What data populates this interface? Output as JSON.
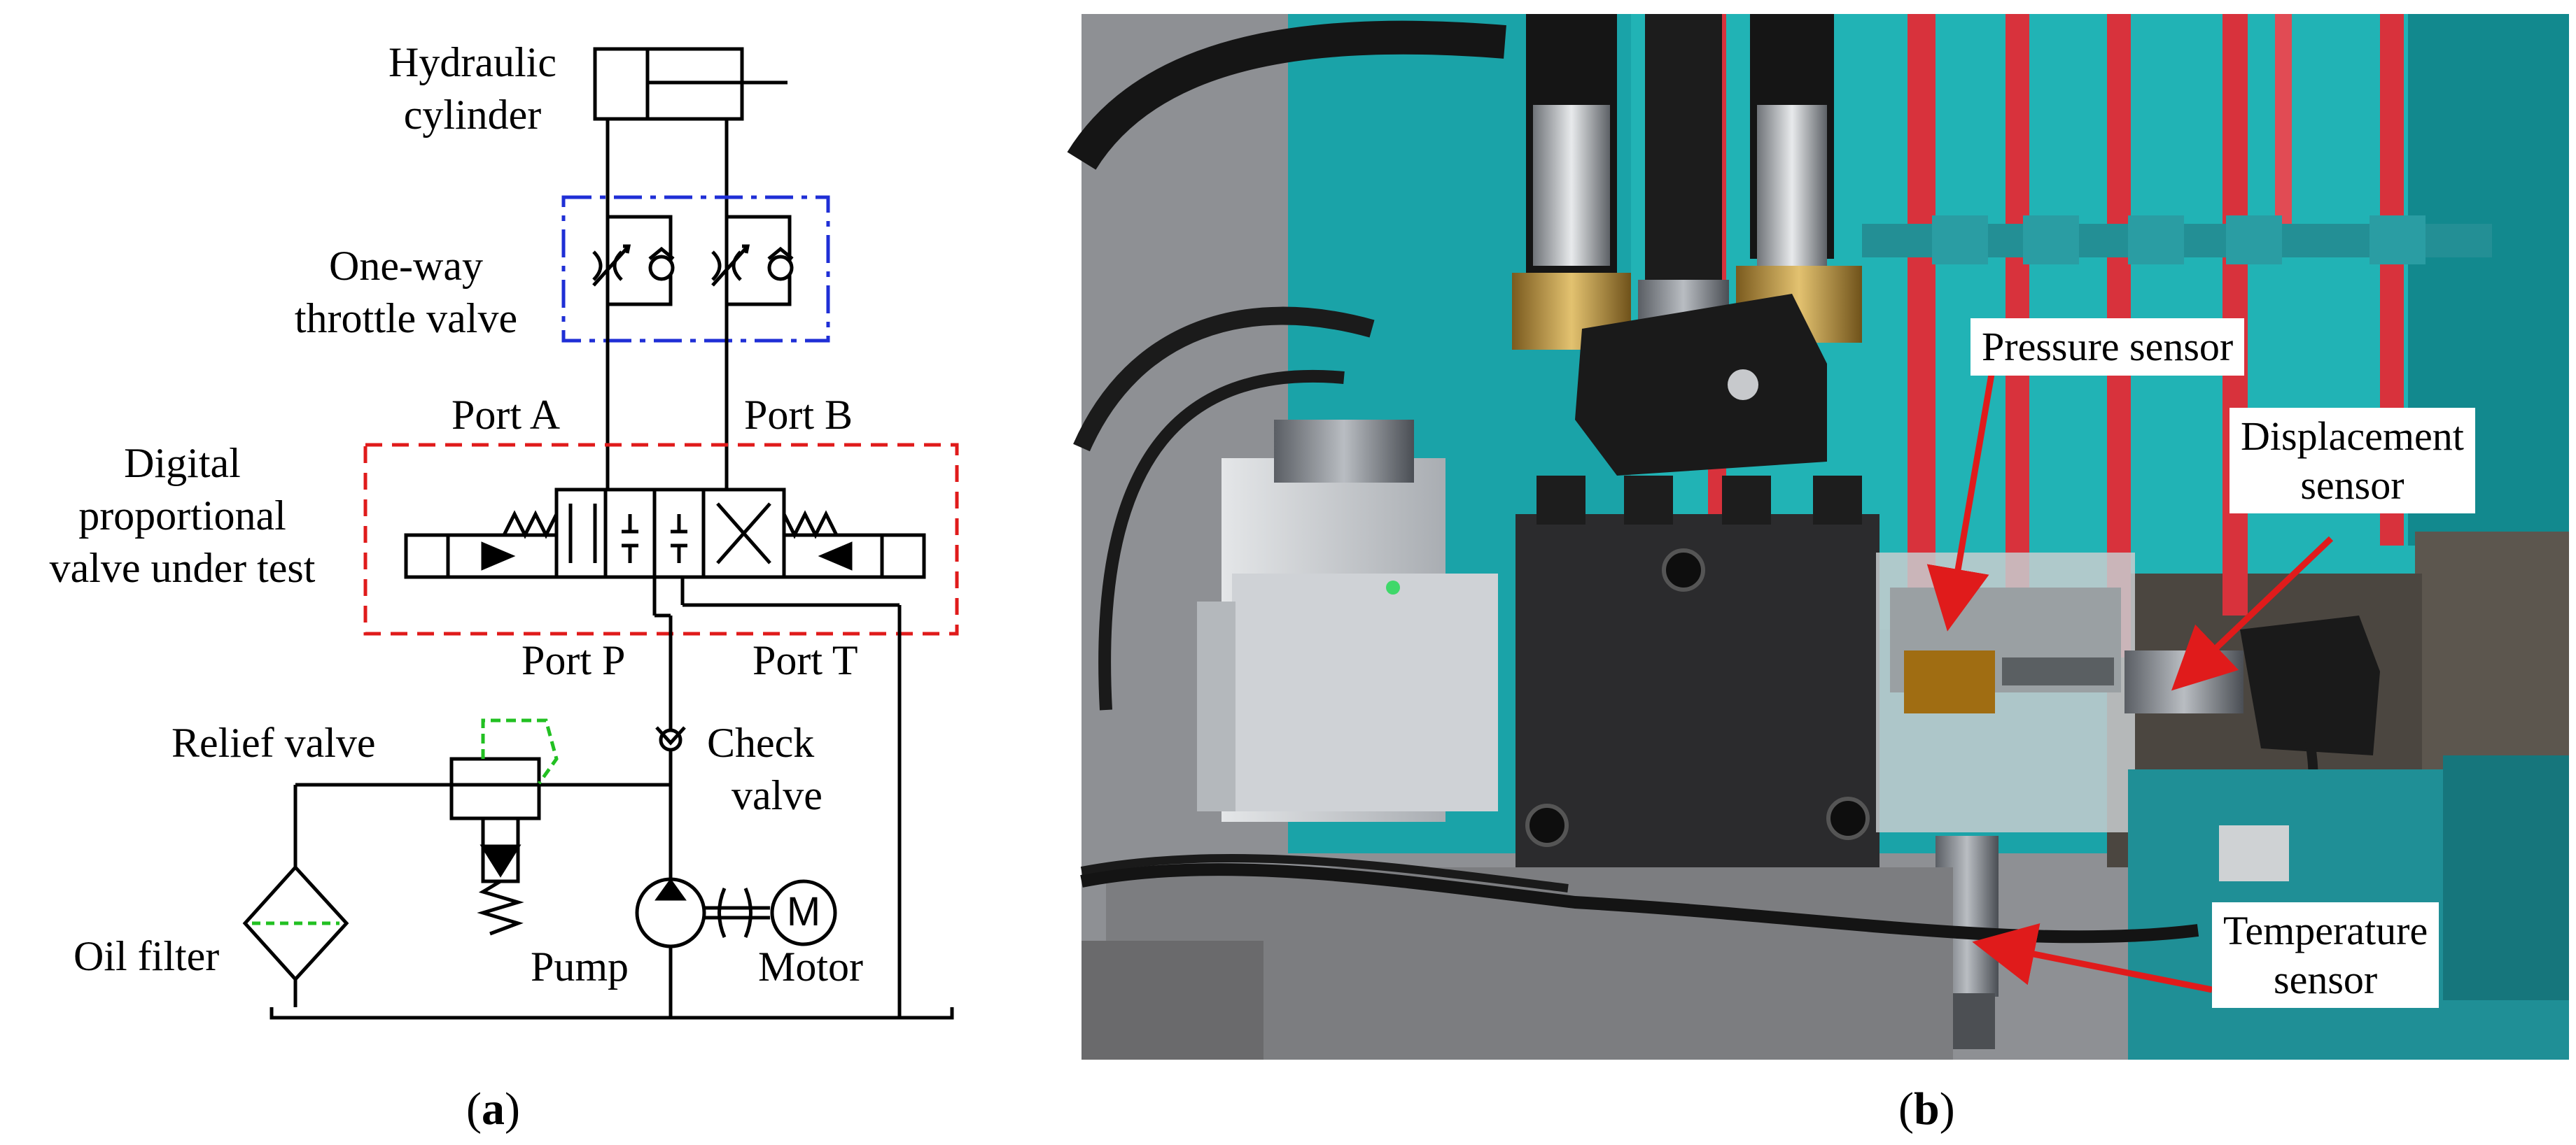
{
  "panel_a": {
    "caption_label": "a",
    "labels": {
      "hydraulic_cylinder_line1": "Hydraulic",
      "hydraulic_cylinder_line2": "cylinder",
      "one_way_line1": "One-way",
      "one_way_line2": "throttle valve",
      "port_a": "Port A",
      "port_b": "Port B",
      "digital_line1": "Digital",
      "digital_line2": "proportional",
      "digital_line3": "valve under test",
      "port_p": "Port P",
      "port_t": "Port T",
      "relief_valve": "Relief valve",
      "check_line1": "Check",
      "check_line2": "valve",
      "oil_filter": "Oil filter",
      "pump": "Pump",
      "motor": "Motor",
      "motor_symbol": "M"
    },
    "colors": {
      "line": "#000000",
      "throttle_box": "#1f2fd6",
      "valve_box": "#e01b1b",
      "pilot_line": "#22c022",
      "filter_line": "#22c022"
    }
  },
  "panel_b": {
    "caption_label": "b",
    "annotations": {
      "pressure_sensor": "Pressure sensor",
      "displacement_line1": "Displacement",
      "displacement_line2": "sensor",
      "temperature_line1": "Temperature",
      "temperature_line2": "sensor"
    },
    "colors": {
      "arrow": "#e01b1b",
      "panel_teal": "#1aa3a8",
      "red_pipe": "#d8323c",
      "block": "#2b2b2d",
      "aluminium": "#c9ccd0"
    }
  }
}
